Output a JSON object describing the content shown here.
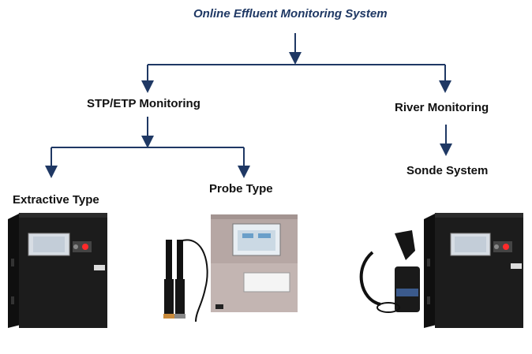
{
  "diagram": {
    "title": "Online Effluent Monitoring System",
    "branches": {
      "stp_etp": "STP/ETP Monitoring",
      "river": "River Monitoring",
      "extractive": "Extractive Type",
      "probe": "Probe Type",
      "sonde": "Sonde System"
    },
    "colors": {
      "connector": "#1f3864",
      "title": "#1f3864",
      "cabinet": "#1a1a1a",
      "probe_cabinet": "#b9a9a6",
      "screen": "#c9d4e0"
    },
    "icons": [
      "extractive-analyzer-icon",
      "probe-analyzer-icon",
      "sonde-system-icon"
    ]
  }
}
